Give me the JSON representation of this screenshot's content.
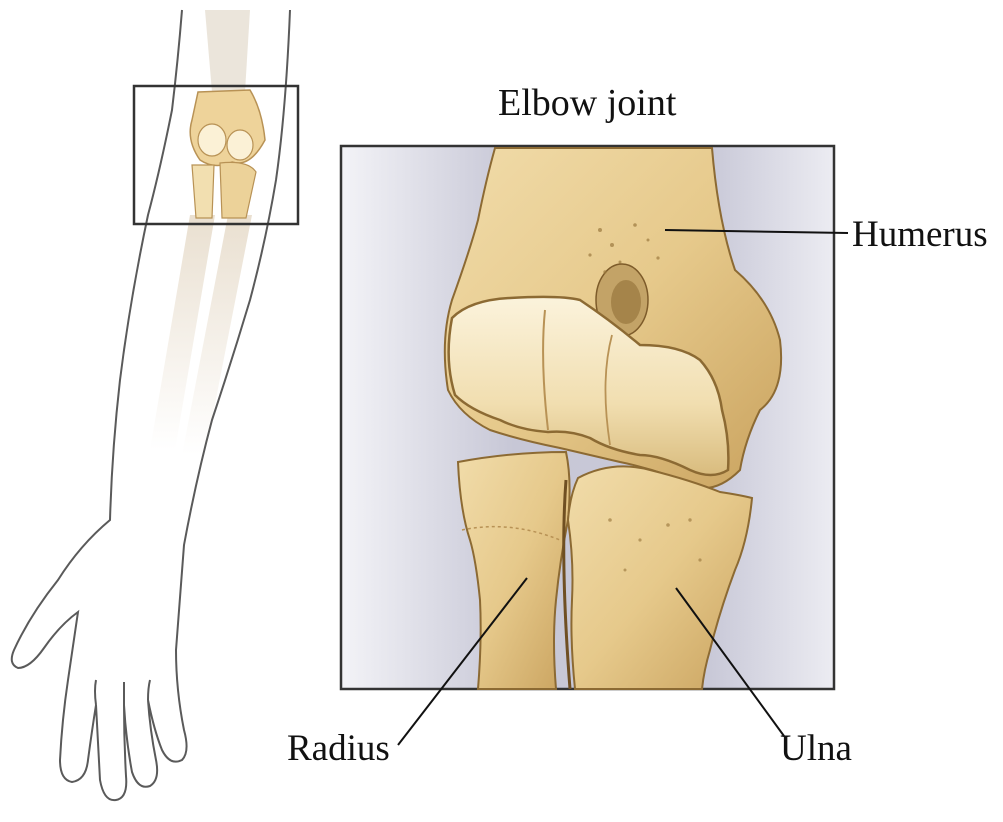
{
  "title": "Elbow joint",
  "labels": {
    "humerus": "Humerus",
    "radius": "Radius",
    "ulna": "Ulna"
  },
  "colors": {
    "bone": "#e9cf96",
    "bone_light": "#f6e8c4",
    "bone_shadow": "#b78d4a",
    "outline": "#5a5a5a",
    "frame": "#333333",
    "backdrop": "#d9d9e6"
  }
}
